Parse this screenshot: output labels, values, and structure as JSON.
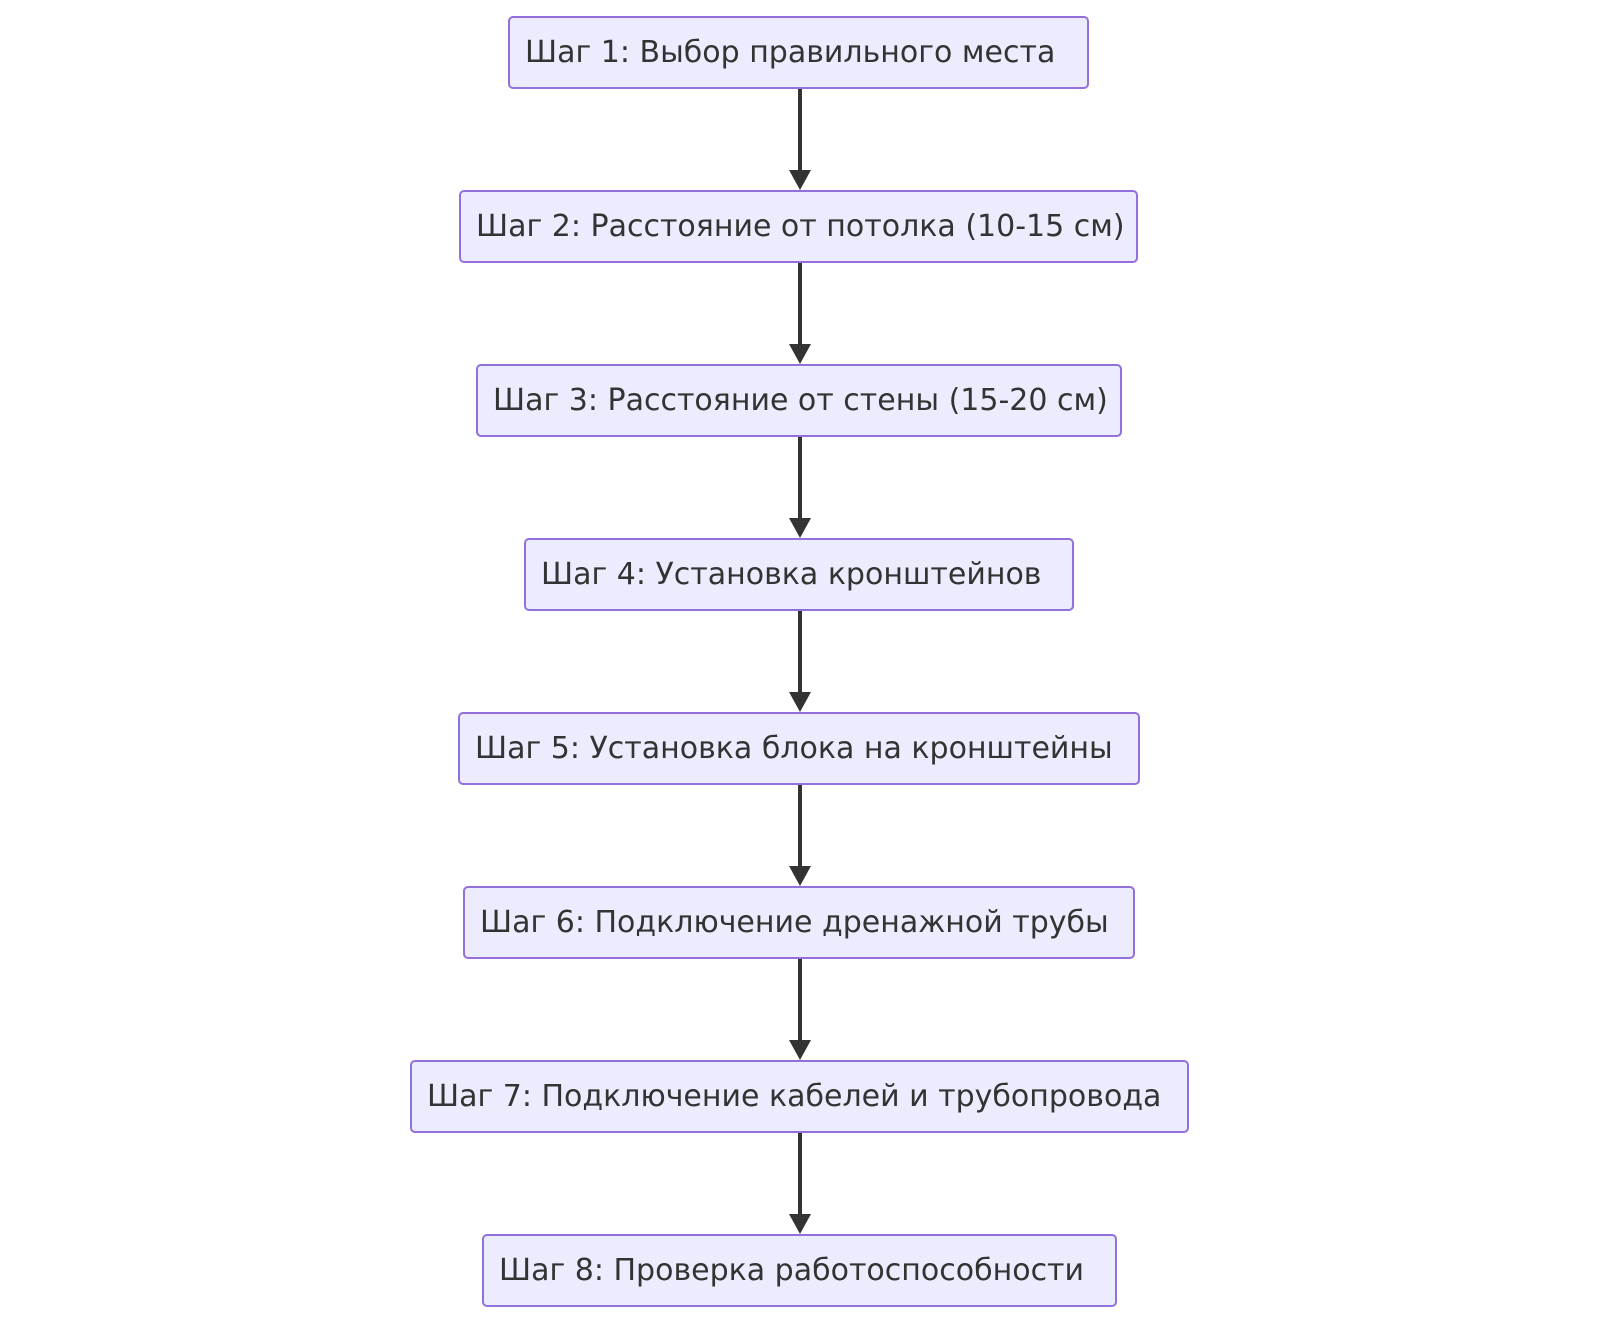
{
  "diagram": {
    "type": "flowchart",
    "direction": "top-to-bottom",
    "colors": {
      "node_fill": "#ececff",
      "node_border": "#9370db",
      "text": "#333333",
      "edge": "#333333"
    },
    "steps": [
      {
        "id": "n1",
        "label": "Шаг 1: Выбор правильного места"
      },
      {
        "id": "n2",
        "label": "Шаг 2: Расстояние от потолка (10-15 см)"
      },
      {
        "id": "n3",
        "label": "Шаг 3: Расстояние от стены (15-20 см)"
      },
      {
        "id": "n4",
        "label": "Шаг 4: Установка кронштейнов"
      },
      {
        "id": "n5",
        "label": "Шаг 5: Установка блока на кронштейны"
      },
      {
        "id": "n6",
        "label": "Шаг 6: Подключение дренажной трубы"
      },
      {
        "id": "n7",
        "label": "Шаг 7: Подключение кабелей и трубопровода"
      },
      {
        "id": "n8",
        "label": "Шаг 8: Проверка работоспособности"
      }
    ],
    "edges": [
      {
        "from": "n1",
        "to": "n2"
      },
      {
        "from": "n2",
        "to": "n3"
      },
      {
        "from": "n3",
        "to": "n4"
      },
      {
        "from": "n4",
        "to": "n5"
      },
      {
        "from": "n5",
        "to": "n6"
      },
      {
        "from": "n6",
        "to": "n7"
      },
      {
        "from": "n7",
        "to": "n8"
      }
    ]
  }
}
